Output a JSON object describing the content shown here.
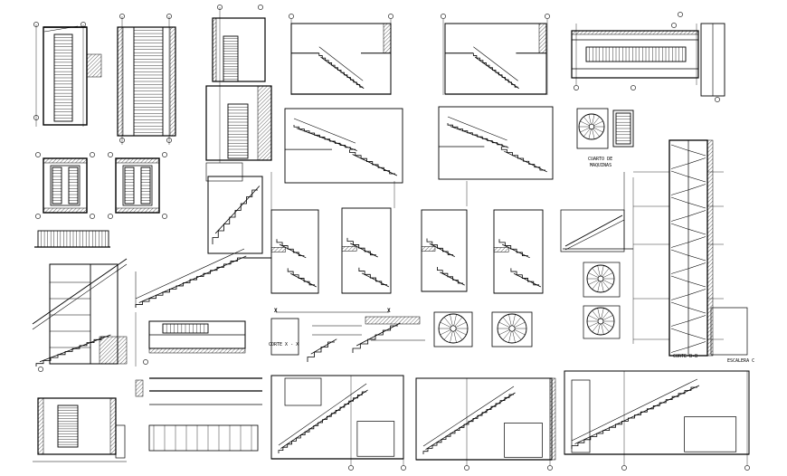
{
  "sheet": {
    "background": "#ffffff",
    "line_color": "#000000",
    "style": "architectural CAD stair details"
  },
  "labels": {
    "corte_xx": "CORTE X - X",
    "corte_b": "CORTE B-B",
    "escalera": "ESCALERA C",
    "cuarto": "CUARTO DE",
    "maquinas": "MAQUINAS",
    "marker_x": "X"
  },
  "icons": [
    "section-marker-icon",
    "grid-bubble-icon",
    "spiral-stair-icon"
  ]
}
